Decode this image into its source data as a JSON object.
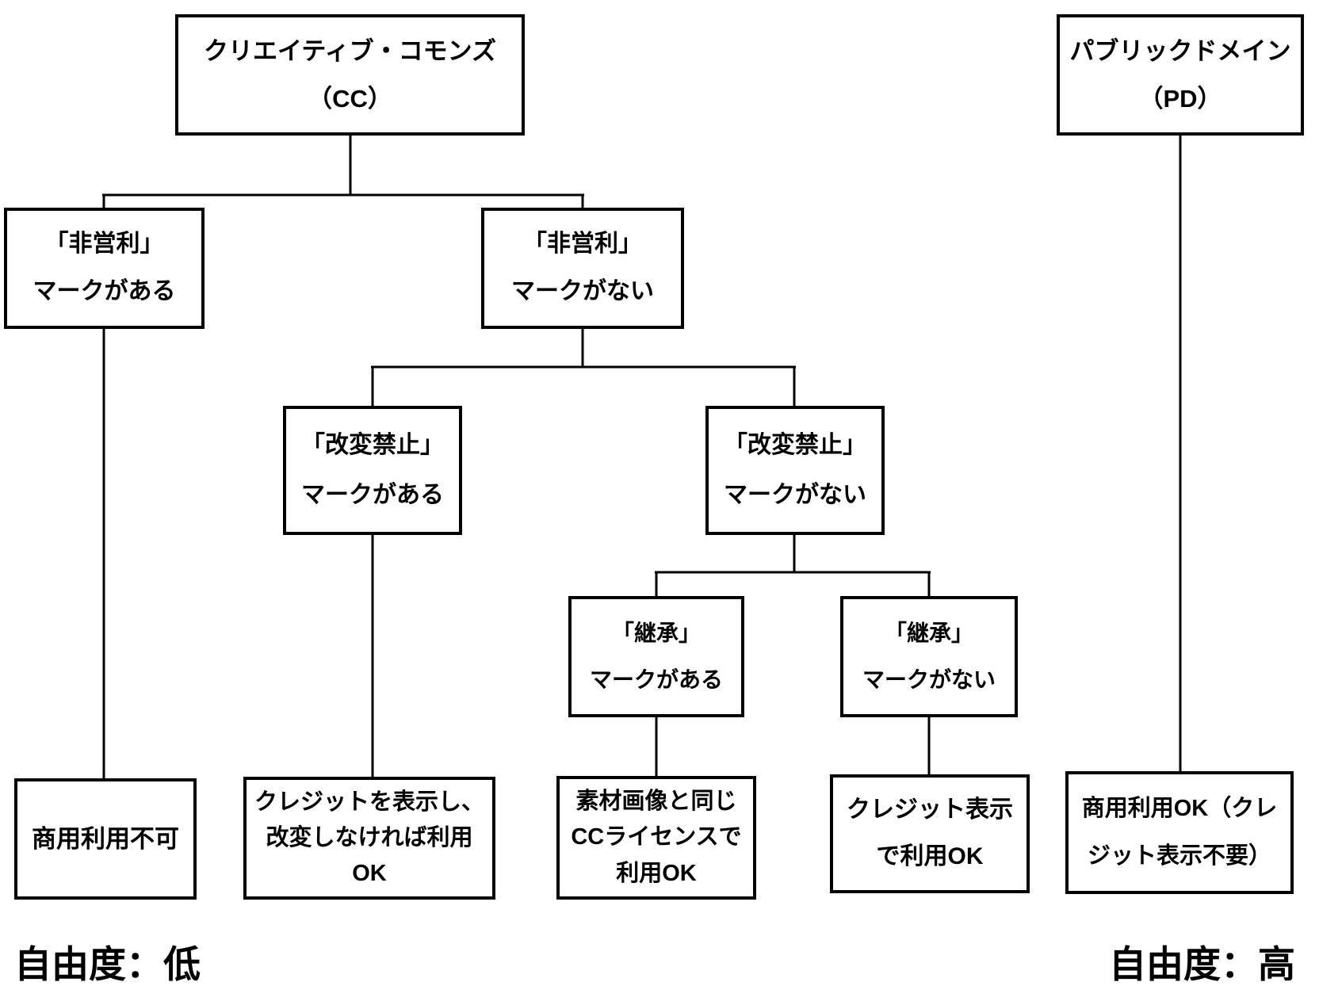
{
  "diagram": {
    "nodes": {
      "cc": {
        "lines": [
          "クリエイティブ・コモンズ",
          "（CC）"
        ]
      },
      "pd": {
        "lines": [
          "パブリックドメイン",
          "（PD）"
        ]
      },
      "nc_yes": {
        "lines": [
          "「非営利」",
          "マークがある"
        ]
      },
      "nc_no": {
        "lines": [
          "「非営利」",
          "マークがない"
        ]
      },
      "nd_yes": {
        "lines": [
          "「改変禁止」",
          "マークがある"
        ]
      },
      "nd_no": {
        "lines": [
          "「改変禁止」",
          "マークがない"
        ]
      },
      "sa_yes": {
        "lines": [
          "「継承」",
          "マークがある"
        ]
      },
      "sa_no": {
        "lines": [
          "「継承」",
          "マークがない"
        ]
      },
      "result_nc": {
        "lines": [
          "商用利用不可"
        ]
      },
      "result_nd": {
        "lines": [
          "クレジットを表示し、",
          "改変しなければ利用",
          "OK"
        ]
      },
      "result_sa": {
        "lines": [
          "素材画像と同じ",
          "CCライセンスで",
          "利用OK"
        ]
      },
      "result_by": {
        "lines": [
          "クレジット表示",
          "で利用OK"
        ]
      },
      "result_pd": {
        "lines": [
          "商用利用OK（クレ",
          "ジット表示不要）"
        ]
      }
    },
    "labels": {
      "freedom_low": "自由度：低",
      "freedom_high": "自由度：高"
    },
    "colors": {
      "line": "#000000",
      "text": "#000000",
      "background": "#ffffff"
    }
  }
}
